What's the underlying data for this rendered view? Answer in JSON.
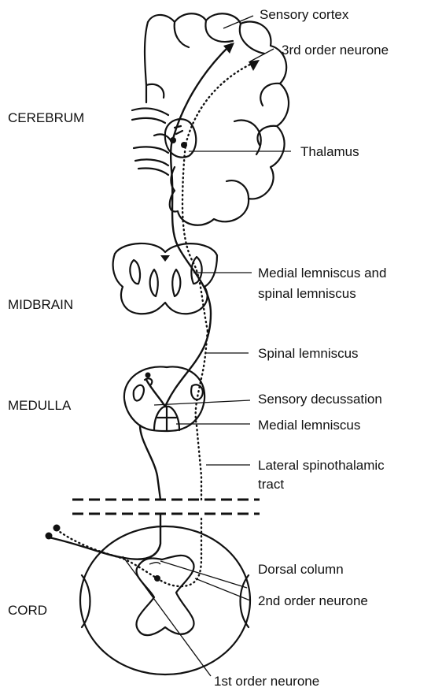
{
  "regions": {
    "cerebrum": "CEREBRUM",
    "midbrain": "MIDBRAIN",
    "medulla": "MEDULLA",
    "cord": "CORD"
  },
  "labels": {
    "sensory_cortex": "Sensory cortex",
    "third_order": "3rd order neurone",
    "thalamus": "Thalamus",
    "medial_and_spinal_1": "Medial lemniscus and",
    "medial_and_spinal_2": "spinal lemniscus",
    "spinal_lemniscus": "Spinal lemniscus",
    "sensory_decussation": "Sensory decussation",
    "medial_lemniscus": "Medial lemniscus",
    "lateral_spinothalamic_1": "Lateral spinothalamic",
    "lateral_spinothalamic_2": "tract",
    "dorsal_column": "Dorsal column",
    "second_order": "2nd order neurone",
    "first_order": "1st order neurone"
  }
}
